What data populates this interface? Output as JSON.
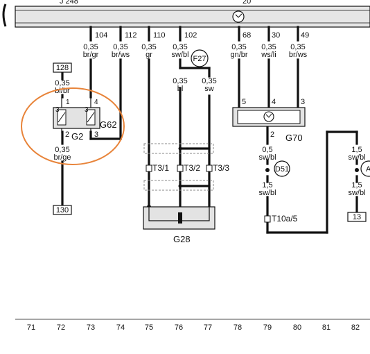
{
  "top_bus": {
    "label_left": "J 248",
    "label_right": "20"
  },
  "connectors": {
    "c104": "104",
    "c112": "112",
    "c110": "110",
    "c102": "102",
    "c68": "68",
    "c30": "30",
    "c49": "49"
  },
  "wires": {
    "w131": {
      "size": "0,35",
      "color": "br/gr"
    },
    "w174": {
      "size": "0,35",
      "color": "br/ws"
    },
    "w215": {
      "size": "0,35",
      "color": "gr"
    },
    "w260": {
      "size": "0,35",
      "color": "sw/bl"
    },
    "w345": {
      "size": "0,35",
      "color": "gn/br"
    },
    "w388": {
      "size": "0,35",
      "color": "ws/li"
    },
    "w430": {
      "size": "0,35",
      "color": "br/ws"
    },
    "w260b": {
      "size": "0,35",
      "color": "bl"
    },
    "w302b": {
      "size": "0,35",
      "color": "sw"
    },
    "w90a": {
      "size": "0,35",
      "color": "bl/br"
    },
    "w90b": {
      "size": "0,35",
      "color": "br/ge"
    },
    "w386a": {
      "size": "0,5",
      "color": "sw/bl"
    },
    "w386b": {
      "size": "1,5",
      "color": "sw/bl"
    },
    "w515a": {
      "size": "1,5",
      "color": "sw/bl"
    },
    "w515b": {
      "size": "1,5",
      "color": "sw/bl"
    }
  },
  "boxes": {
    "b128": "128",
    "b130": "130",
    "b13": "13"
  },
  "components": {
    "F27": "F27",
    "G2": "G2",
    "G62": "G62",
    "G70": "G70",
    "G28": "G28",
    "D51": "D51",
    "A": "A",
    "T3_1": "T3/1",
    "T3_2": "T3/2",
    "T3_3": "T3/3",
    "T10a_5": "T10a/5"
  },
  "pins": {
    "g2_1": "1",
    "g2_3": "3",
    "g2_2": "2",
    "g62_4": "4",
    "g62_3": "3",
    "g62_3b": "3",
    "g70_5": "5",
    "g70_4": "4",
    "g70_3": "3",
    "g70_2": "2"
  },
  "grid_numbers": [
    "71",
    "72",
    "73",
    "74",
    "75",
    "76",
    "77",
    "78",
    "79",
    "80",
    "81",
    "82"
  ]
}
